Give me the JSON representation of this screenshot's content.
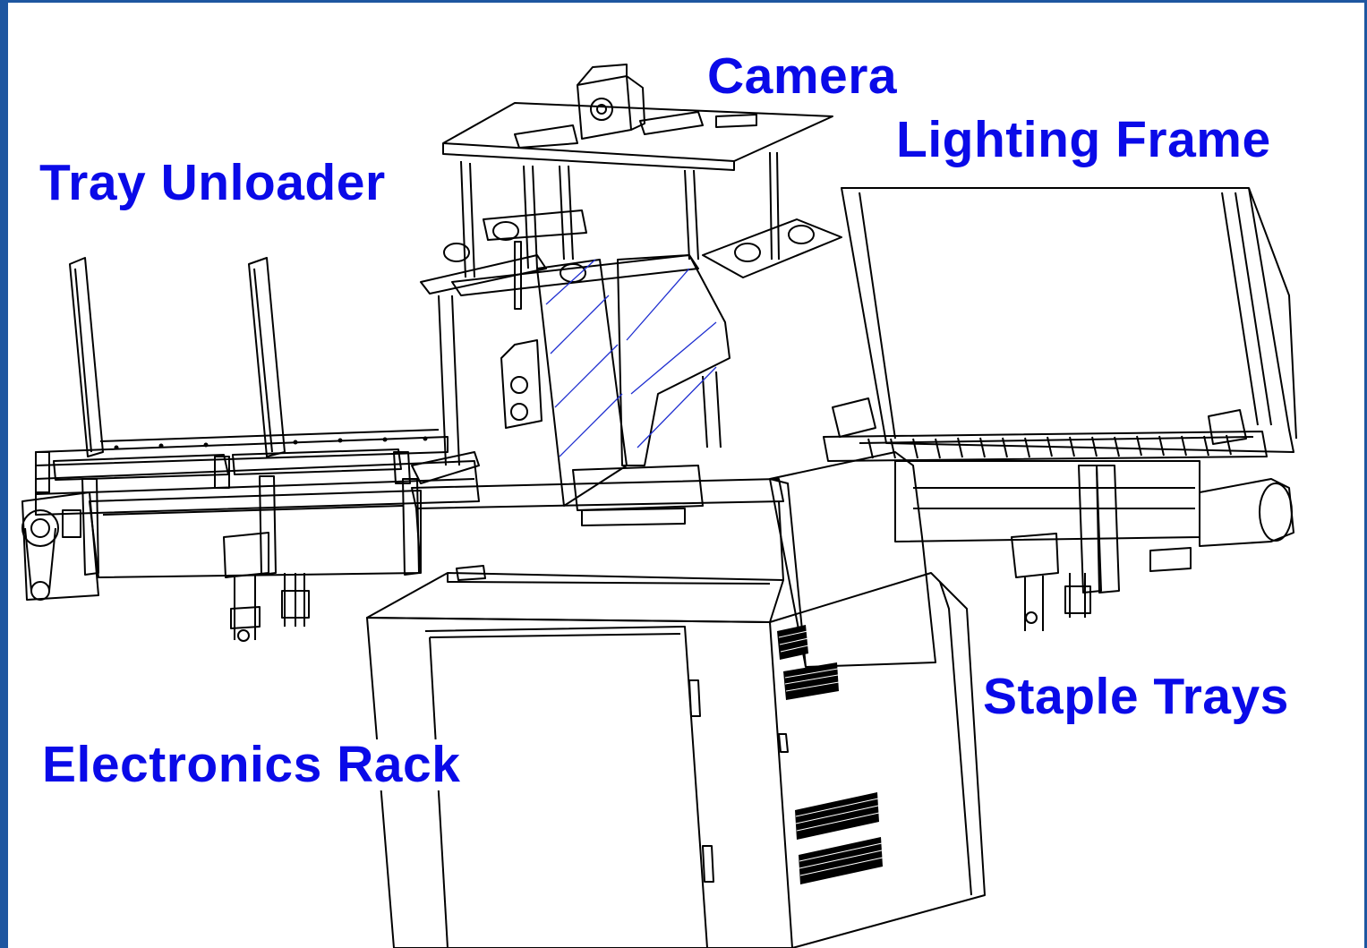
{
  "labels": {
    "camera": "Camera",
    "lighting_frame": "Lighting Frame",
    "tray_unloader": "Tray Unloader",
    "staple_trays": "Staple Trays",
    "electronics_rack": "Electronics Rack"
  },
  "colors": {
    "label_text": "#0a0ae8",
    "frame_border": "#1e56a0",
    "line_art": "#000000",
    "hatch": "#1f2fd0"
  }
}
